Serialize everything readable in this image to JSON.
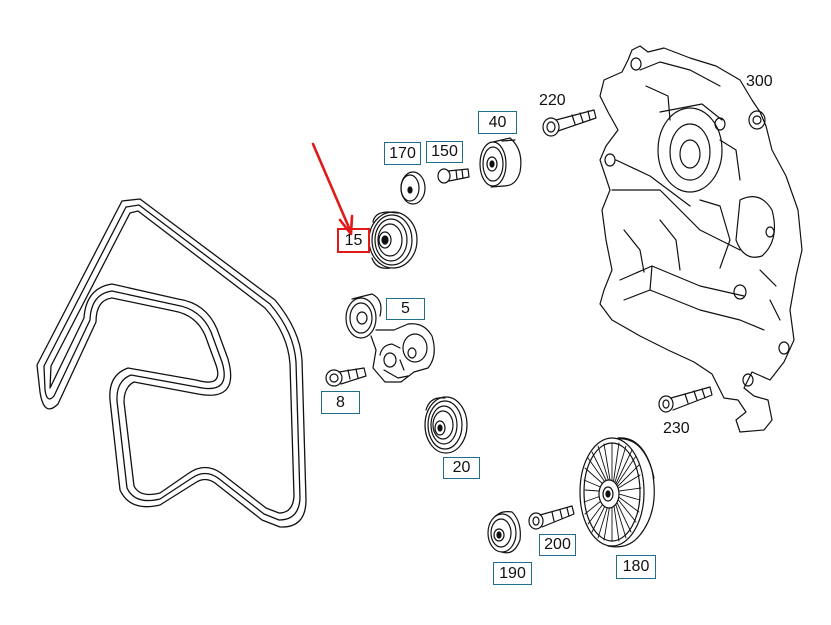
{
  "labels": {
    "p5": "5",
    "p8": "8",
    "p15": "15",
    "p20": "20",
    "p40": "40",
    "p150": "150",
    "p170": "170",
    "p180": "180",
    "p190": "190",
    "p200": "200",
    "p220": "220",
    "p230": "230",
    "p300": "300"
  },
  "colors": {
    "line": "#111111",
    "box": "#1f6e8c",
    "highlight": "#e01919"
  },
  "icons": {
    "pointer": "red-arrow-icon"
  }
}
